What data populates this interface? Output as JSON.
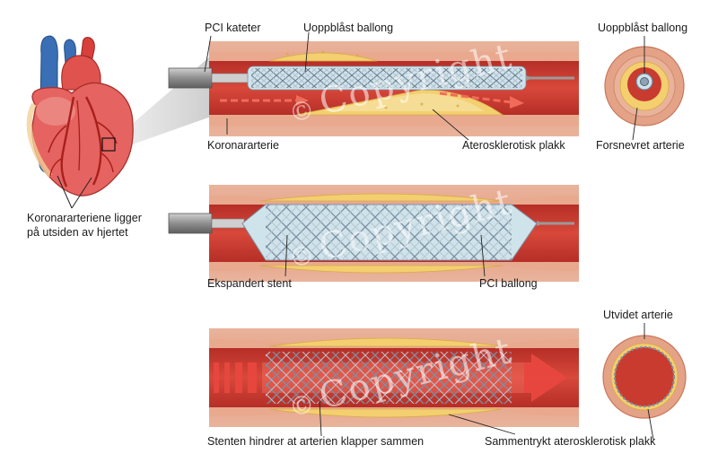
{
  "labels": {
    "pci_catheter": "PCI kateter",
    "inflated_balloon": "Uoppblåst ballong",
    "inflated_balloon_cross": "Uoppblåst ballong",
    "coronary_artery": "Koronararterie",
    "atherosclerotic_plaque": "Aterosklerotisk plakk",
    "narrowed_artery": "Forsnevret arterie",
    "heart_caption_line1": "Koronararteriene ligger",
    "heart_caption_line2": "på utsiden av hjertet",
    "expanded_stent": "Ekspandert stent",
    "pci_balloon": "PCI ballong",
    "widened_artery": "Utvidet arterie",
    "stent_prevents": "Stenten hindrer at arterien klapper sammen",
    "compressed_plaque": "Sammentrykt aterosklerotisk plakk"
  },
  "watermark": "Copyright",
  "colors": {
    "artery_wall": "#e4a286",
    "artery_wall_dark": "#c9775c",
    "lumen": "#c93a2f",
    "plaque": "#f3cf6f",
    "plaque_light": "#f7e3a5",
    "stent": "#8fa3b6",
    "balloon": "#cfe3ea",
    "catheter": "#9a9a9a",
    "heart": "#e56360",
    "vessel": "#b0302c",
    "blue_vessel": "#3a6fb5",
    "arrow": "#e8473e"
  }
}
